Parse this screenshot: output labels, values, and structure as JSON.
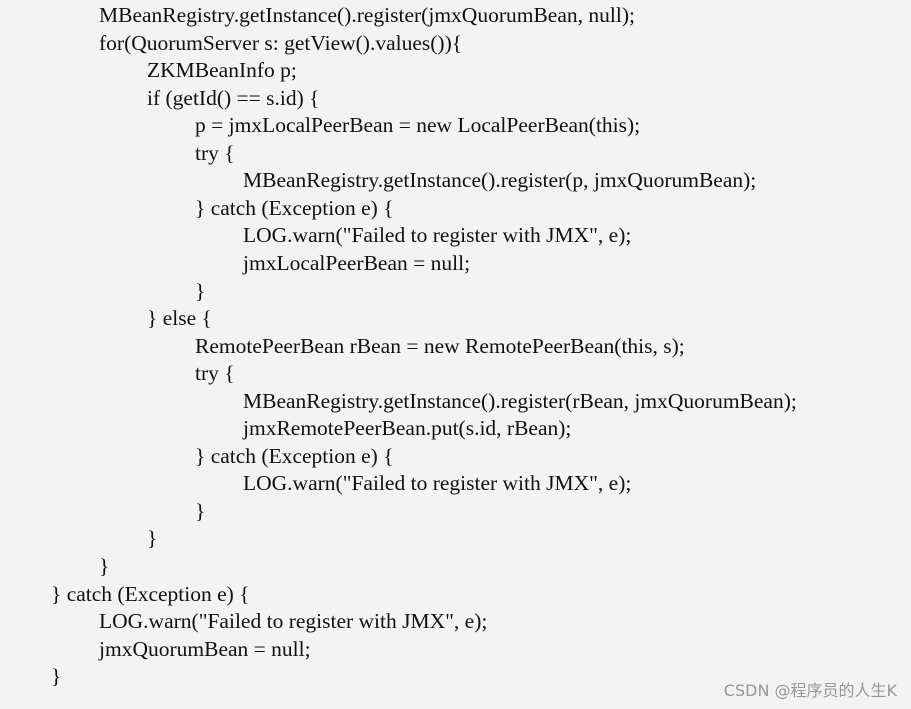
{
  "code": {
    "lines": [
      {
        "indent": 2,
        "text": "MBeanRegistry.getInstance().register(jmxQuorumBean, null);"
      },
      {
        "indent": 2,
        "text": "for(QuorumServer s: getView().values()){"
      },
      {
        "indent": 3,
        "text": "ZKMBeanInfo p;"
      },
      {
        "indent": 3,
        "text": "if (getId() == s.id) {"
      },
      {
        "indent": 4,
        "text": "p = jmxLocalPeerBean = new LocalPeerBean(this);"
      },
      {
        "indent": 4,
        "text": "try {"
      },
      {
        "indent": 5,
        "text": "MBeanRegistry.getInstance().register(p, jmxQuorumBean);"
      },
      {
        "indent": 4,
        "text": "} catch (Exception e) {"
      },
      {
        "indent": 5,
        "text": "LOG.warn(\"Failed to register with JMX\", e);"
      },
      {
        "indent": 5,
        "text": "jmxLocalPeerBean = null;"
      },
      {
        "indent": 4,
        "text": "}"
      },
      {
        "indent": 3,
        "text": "} else {"
      },
      {
        "indent": 4,
        "text": "RemotePeerBean rBean = new RemotePeerBean(this, s);"
      },
      {
        "indent": 4,
        "text": "try {"
      },
      {
        "indent": 5,
        "text": "MBeanRegistry.getInstance().register(rBean, jmxQuorumBean);"
      },
      {
        "indent": 5,
        "text": "jmxRemotePeerBean.put(s.id, rBean);"
      },
      {
        "indent": 4,
        "text": "} catch (Exception e) {"
      },
      {
        "indent": 5,
        "text": "LOG.warn(\"Failed to register with JMX\", e);"
      },
      {
        "indent": 4,
        "text": "}"
      },
      {
        "indent": 3,
        "text": "}"
      },
      {
        "indent": 2,
        "text": "}"
      },
      {
        "indent": 1,
        "text": "} catch (Exception e) {"
      },
      {
        "indent": 2,
        "text": "LOG.warn(\"Failed to register with JMX\", e);"
      },
      {
        "indent": 2,
        "text": "jmxQuorumBean = null;"
      },
      {
        "indent": 1,
        "text": "}"
      }
    ]
  },
  "watermark": {
    "text": "CSDN @程序员的人生K"
  },
  "colors": {
    "background": "#f3f3f3",
    "text": "#111111"
  }
}
